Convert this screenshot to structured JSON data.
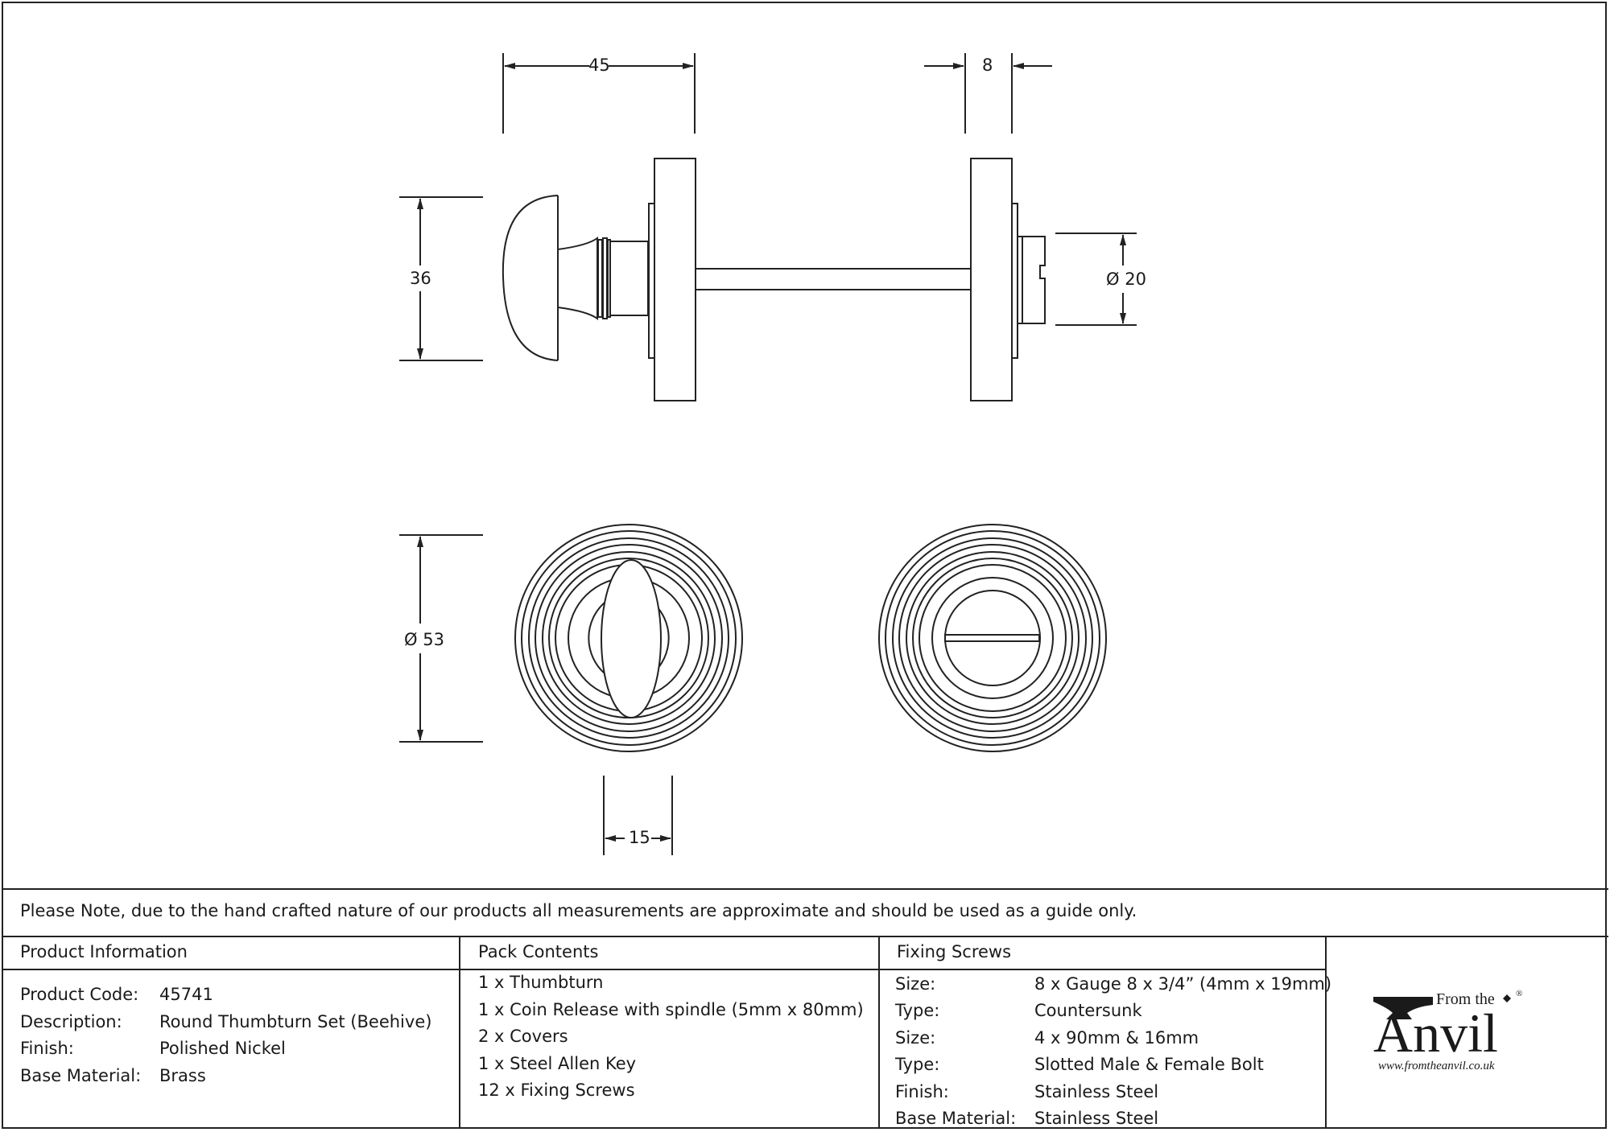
{
  "dimensions": {
    "thumbturn_length": "45",
    "bolt_length": "8",
    "thumbturn_height": "36",
    "bolt_diameter": "Ø 20",
    "rose_diameter": "Ø 53",
    "thumbturn_width": "15"
  },
  "note": "Please Note, due to the hand crafted nature of our products all measurements are approximate and should be used as a guide only.",
  "product_information": {
    "title": "Product Information",
    "rows": [
      {
        "label": "Product Code:",
        "value": "45741"
      },
      {
        "label": "Description:",
        "value": "Round Thumbturn Set (Beehive)"
      },
      {
        "label": "Finish:",
        "value": "Polished Nickel"
      },
      {
        "label": "Base Material:",
        "value": "Brass"
      }
    ]
  },
  "pack_contents": {
    "title": "Pack Contents",
    "items": [
      "1 x Thumbturn",
      "1 x Coin Release with spindle (5mm x 80mm)",
      "2 x Covers",
      "1 x Steel Allen Key",
      "12 x Fixing Screws"
    ]
  },
  "fixing_screws": {
    "title": "Fixing Screws",
    "rows": [
      {
        "label": "Size:",
        "value": "8 x Gauge 8 x 3/4” (4mm x 19mm)"
      },
      {
        "label": "Type:",
        "value": "Countersunk"
      },
      {
        "label": "Size:",
        "value": "4 x 90mm & 16mm"
      },
      {
        "label": "Type:",
        "value": "Slotted Male & Female Bolt"
      },
      {
        "label": "Finish:",
        "value": "Stainless Steel"
      },
      {
        "label": "Base Material:",
        "value": "Stainless Steel"
      }
    ]
  },
  "logo": {
    "from_the": "From the",
    "anvil": "Anvil",
    "registered": "®",
    "url": "www.fromtheanvil.co.uk"
  }
}
